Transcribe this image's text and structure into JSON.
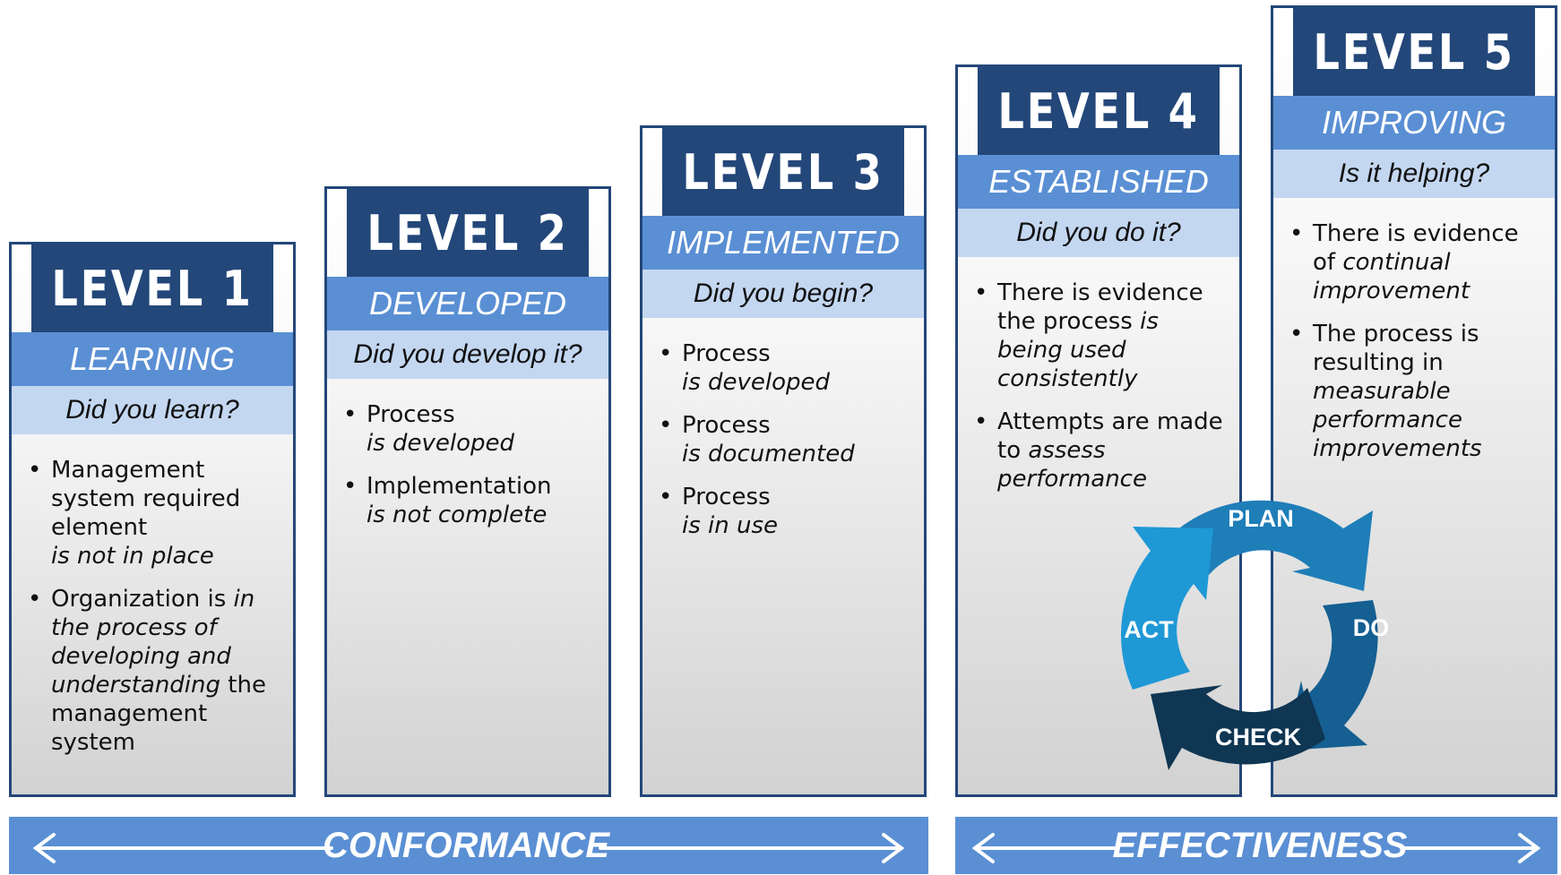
{
  "levels": [
    {
      "title": "LEVEL 1",
      "name": "LEARNING",
      "question": "Did you learn?",
      "bullets": [
        [
          {
            "t": "Management system required element",
            "i": false
          },
          {
            "t": "is not in place",
            "i": true
          }
        ],
        [
          {
            "t": "Organization is",
            "i": false
          },
          {
            "t": "in the process of developing and understanding",
            "i": true
          },
          {
            "t": "the management system",
            "i": false
          }
        ]
      ]
    },
    {
      "title": "LEVEL 2",
      "name": "DEVELOPED",
      "question": "Did you develop it?",
      "bullets": [
        [
          {
            "t": "Process",
            "i": false
          },
          {
            "t": "is developed",
            "i": true
          }
        ],
        [
          {
            "t": "Implementation",
            "i": false
          },
          {
            "t": "is not complete",
            "i": true
          }
        ]
      ]
    },
    {
      "title": "LEVEL 3",
      "name": "IMPLEMENTED",
      "question": "Did you begin?",
      "bullets": [
        [
          {
            "t": "Process",
            "i": false
          },
          {
            "t": "is developed",
            "i": true
          }
        ],
        [
          {
            "t": "Process",
            "i": false
          },
          {
            "t": "is documented",
            "i": true
          }
        ],
        [
          {
            "t": "Process",
            "i": false
          },
          {
            "t": "is in use",
            "i": true
          }
        ]
      ]
    },
    {
      "title": "LEVEL 4",
      "name": "ESTABLISHED",
      "question": "Did you do it?",
      "bullets": [
        [
          {
            "t": "There is evidence the process",
            "i": false
          },
          {
            "t": "is being used consistently",
            "i": true
          }
        ],
        [
          {
            "t": "Attempts are made to",
            "i": false
          },
          {
            "t": "assess performance",
            "i": true
          }
        ]
      ]
    },
    {
      "title": "LEVEL 5",
      "name": "IMPROVING",
      "question": "Is it helping?",
      "bullets": [
        [
          {
            "t": "There is evidence of",
            "i": false
          },
          {
            "t": "continual improvement",
            "i": true
          }
        ],
        [
          {
            "t": "The process is resulting in",
            "i": false
          },
          {
            "t": "measurable performance improvements",
            "i": true
          }
        ]
      ]
    }
  ],
  "bars": {
    "conformance": "CONFORMANCE",
    "effectiveness": "EFFECTIVENESS"
  },
  "cycle": {
    "plan": "PLAN",
    "do": "DO",
    "check": "CHECK",
    "act": "ACT"
  },
  "colors": {
    "dark_blue": "#234779",
    "mid_blue": "#5a8fd4",
    "light_blue": "#c4d7f1",
    "plan": "#1e7eb8",
    "do": "#155f92",
    "check": "#0f3653",
    "act": "#1f98d6"
  }
}
